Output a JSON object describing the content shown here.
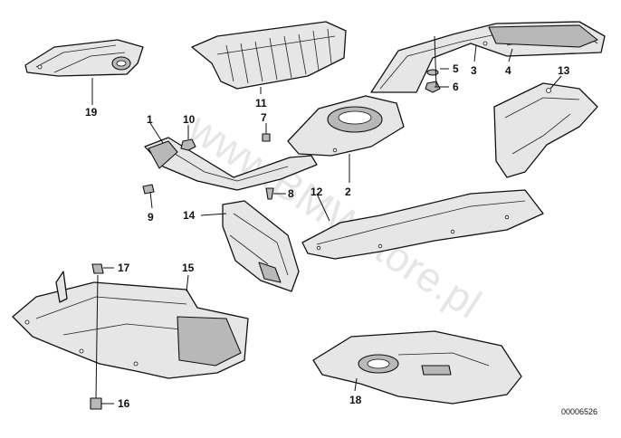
{
  "diagram": {
    "callouts": [
      "1",
      "2",
      "3",
      "4",
      "5",
      "6",
      "7",
      "8",
      "9",
      "10",
      "11",
      "12",
      "13",
      "14",
      "15",
      "16",
      "17",
      "18",
      "19"
    ],
    "watermark": "www.BMWstore.pl",
    "reference_code": "00006526"
  }
}
